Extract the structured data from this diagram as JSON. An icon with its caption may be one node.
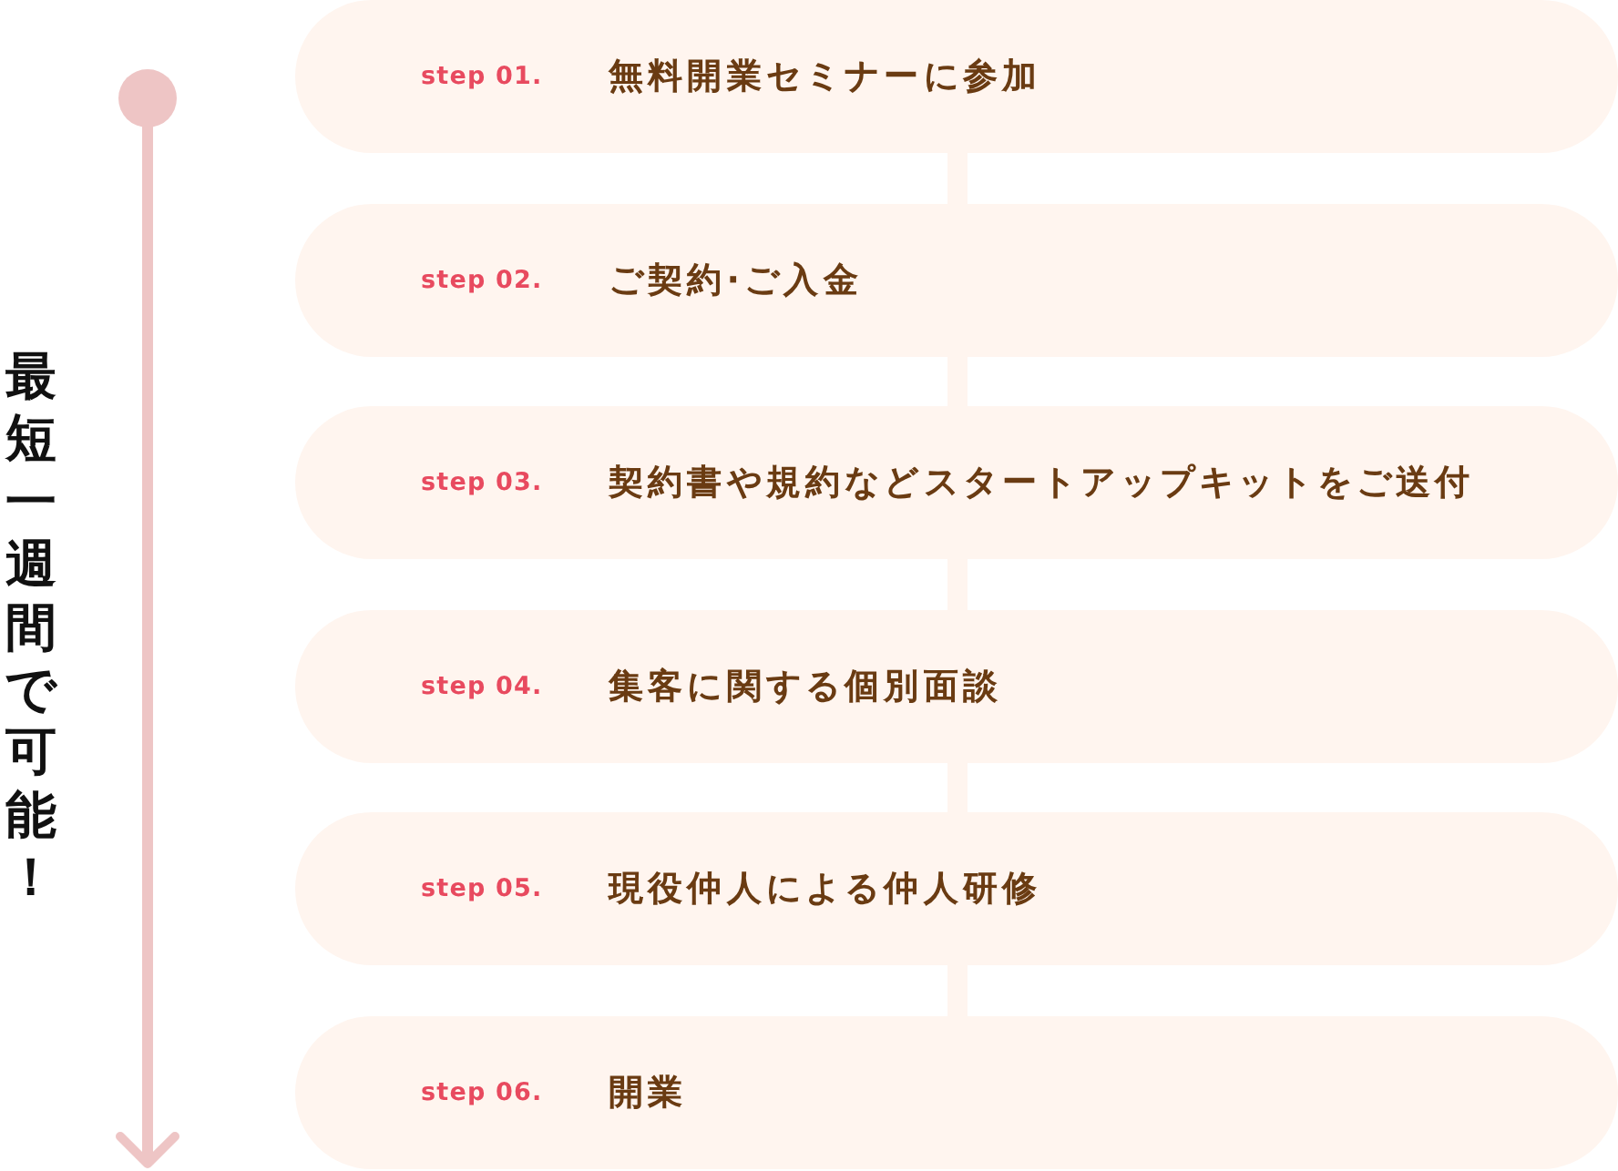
{
  "diagram": {
    "nodes": [
      {
        "text": [
          "step 01.",
          "無料開業セミナーに参加"
        ]
      },
      {
        "text": [
          "step 02.",
          "ご契約·ご入金"
        ]
      },
      {
        "text": [
          "step 03.",
          "契約書や規約などスタートアップキットをご送付"
        ]
      },
      {
        "text": [
          "step 04.",
          "集客に関する個別面談"
        ]
      },
      {
        "text": [
          "step 05.",
          "現役仲人による仲人研修"
        ]
      },
      {
        "text": [
          "step 06.",
          "開業"
        ]
      }
    ],
    "edges": [
      {
        "from": 0,
        "to": 1,
        "arrow": "none"
      },
      {
        "from": 1,
        "to": 2,
        "arrow": "none"
      },
      {
        "from": 2,
        "to": 3,
        "arrow": "none"
      },
      {
        "from": 3,
        "to": 4,
        "arrow": "none"
      },
      {
        "from": 4,
        "to": 5,
        "arrow": "none"
      }
    ],
    "labels": [
      "最短一週間で可能！"
    ]
  }
}
